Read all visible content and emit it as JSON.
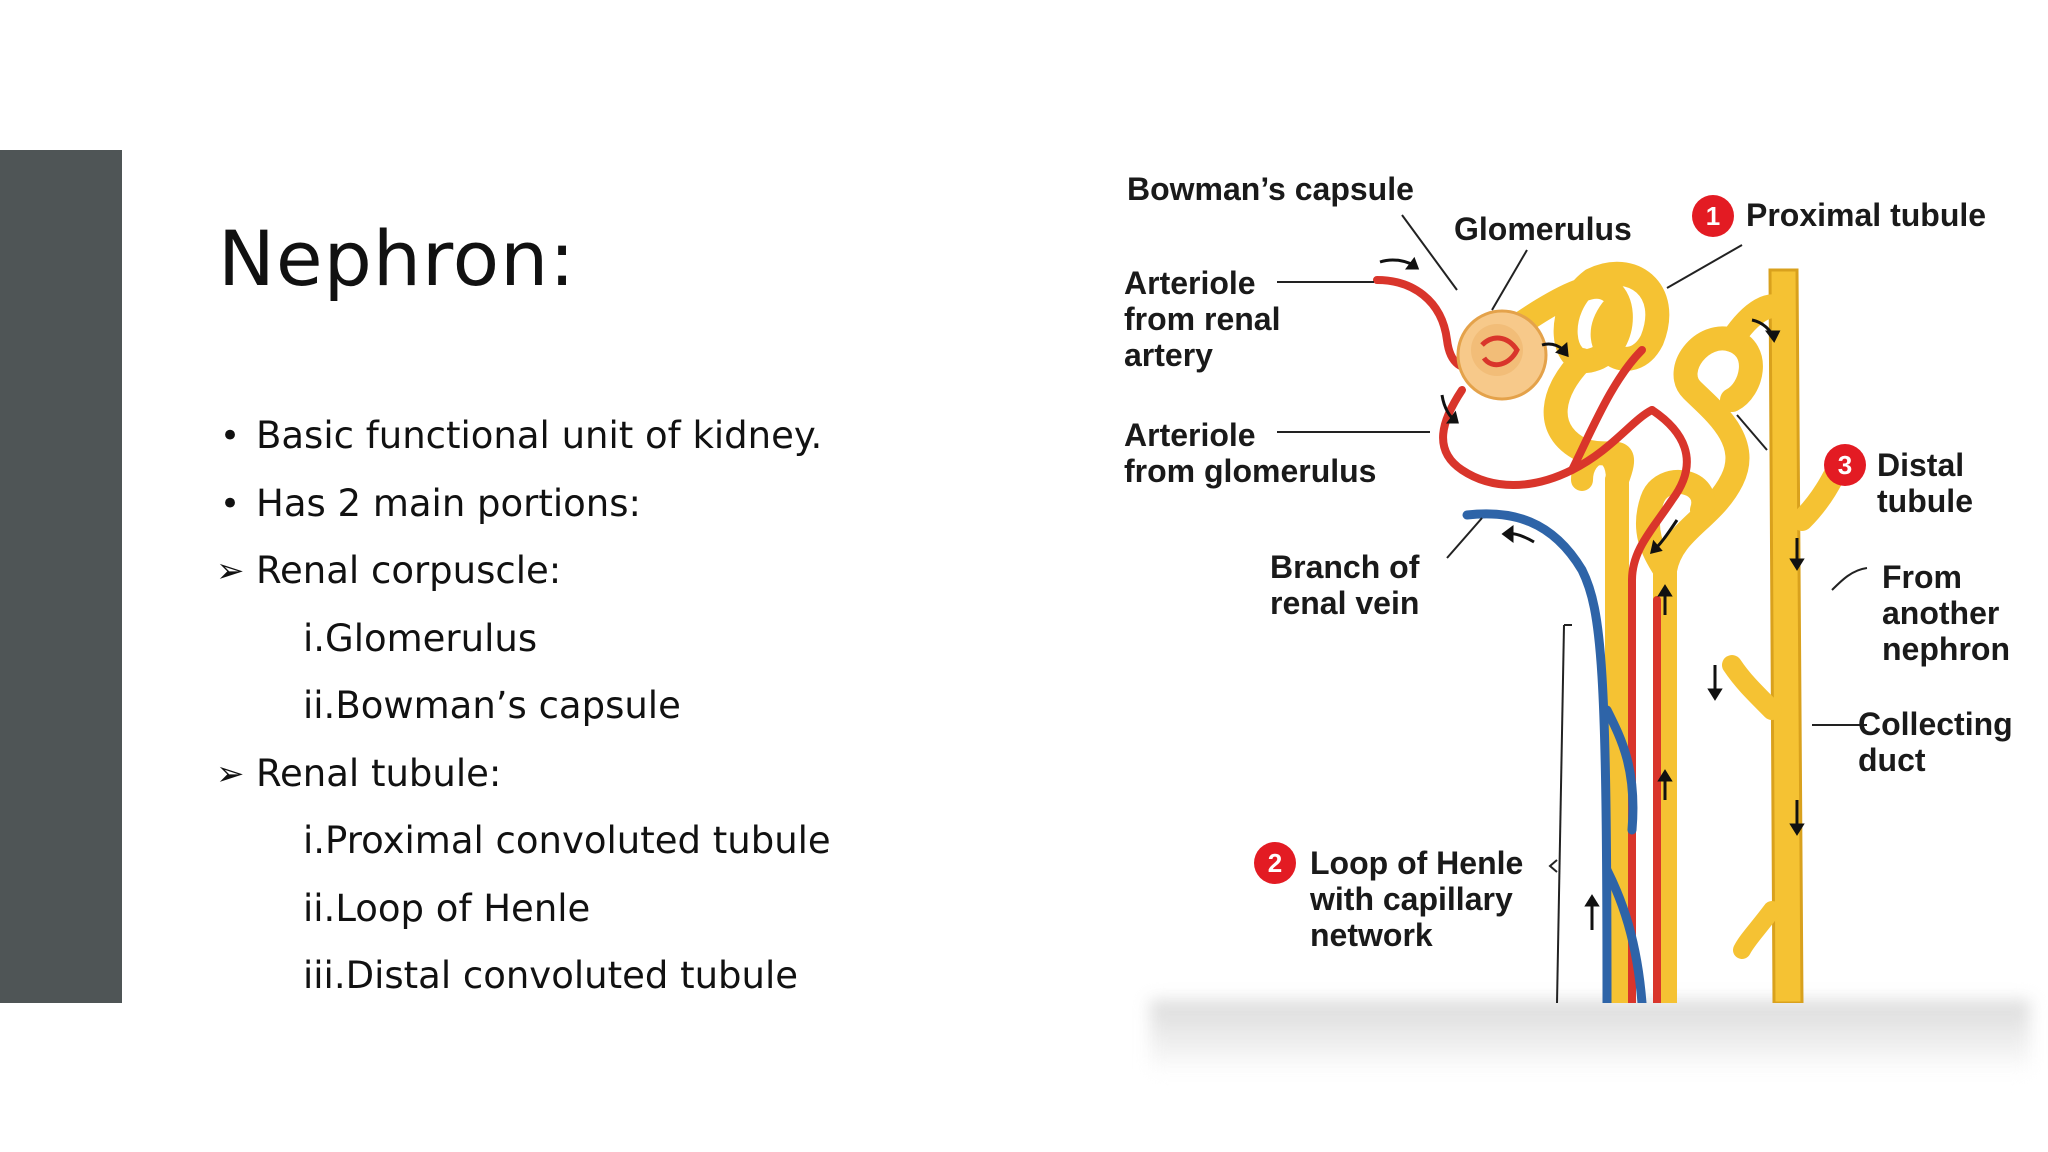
{
  "slide": {
    "title": "Nephron:",
    "bullets": [
      {
        "marker": "dot",
        "text": "Basic functional unit of kidney.",
        "level": 0
      },
      {
        "marker": "dot",
        "text": "Has 2 main portions:",
        "level": 0
      },
      {
        "marker": "arrow",
        "text": "Renal corpuscle:",
        "level": 0
      },
      {
        "marker": "none",
        "text": "i.Glomerulus",
        "level": 1
      },
      {
        "marker": "none",
        "text": "ii.Bowman’s capsule",
        "level": 1
      },
      {
        "marker": "arrow",
        "text": "Renal tubule:",
        "level": 0
      },
      {
        "marker": "none",
        "text": "i.Proximal convoluted tubule",
        "level": 1
      },
      {
        "marker": "none",
        "text": "ii.Loop of Henle",
        "level": 1
      },
      {
        "marker": "none",
        "text": "iii.Distal convoluted tubule",
        "level": 1
      }
    ]
  },
  "diagram": {
    "labels": {
      "bowmans_capsule": "Bowman’s capsule",
      "glomerulus": "Glomerulus",
      "proximal_tubule": "Proximal tubule",
      "arteriole_renal_1": "Arteriole",
      "arteriole_renal_2": "from renal",
      "arteriole_renal_3": "artery",
      "arteriole_glom_1": "Arteriole",
      "arteriole_glom_2": "from glomerulus",
      "distal_1": "Distal",
      "distal_2": "tubule",
      "branch_1": "Branch of",
      "branch_2": "renal vein",
      "from_1": "From",
      "from_2": "another",
      "from_3": "nephron",
      "collecting_1": "Collecting",
      "collecting_2": "duct",
      "loop_1": "Loop of Henle",
      "loop_2": "with capillary",
      "loop_3": "network"
    },
    "markers": {
      "one": "1",
      "two": "2",
      "three": "3"
    },
    "colors": {
      "side_bar": "#4f5556",
      "tubule": "#f5c233",
      "tubule_outline": "#d9a11d",
      "artery": "#d9352b",
      "vein": "#2e64a8",
      "marker": "#e31b23"
    }
  }
}
